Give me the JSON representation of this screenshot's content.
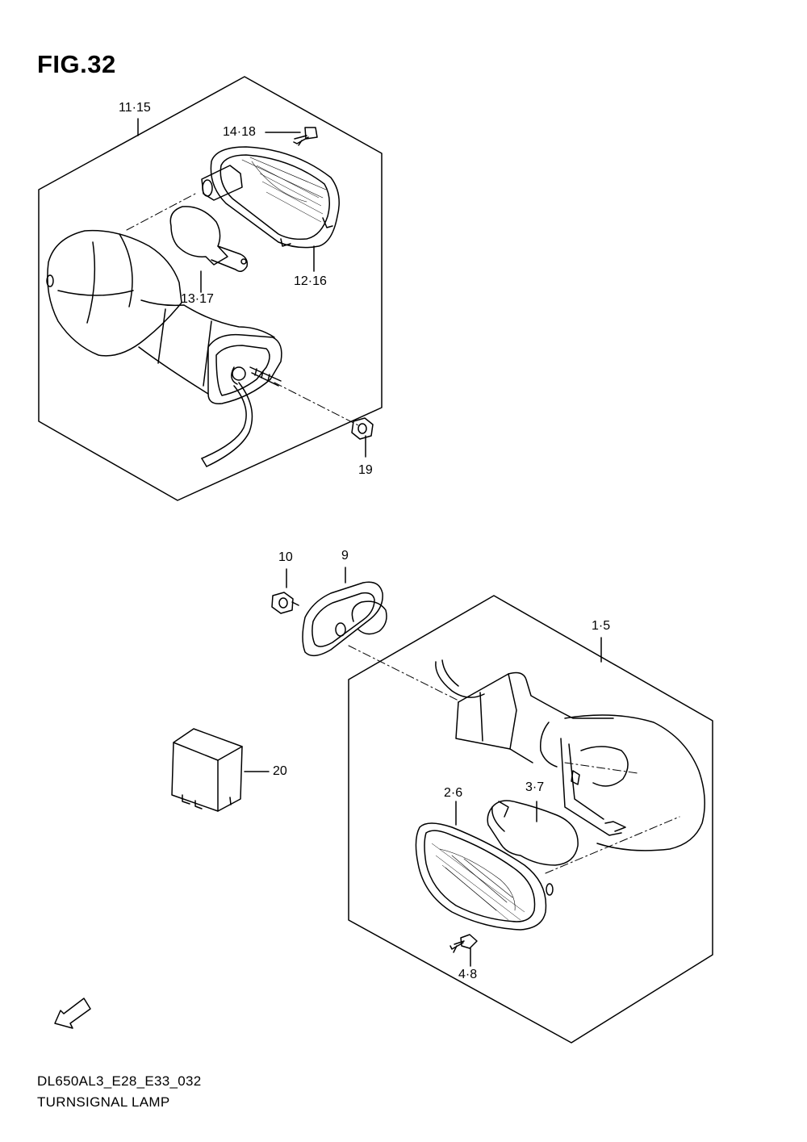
{
  "figure": {
    "title": "FIG.32",
    "model_code": "DL650AL3_E28_E33_032",
    "caption": "TURNSIGNAL LAMP",
    "fwd_label": "FWD"
  },
  "callouts": {
    "front_lamp_assy": "11·15",
    "front_screw": "14·18",
    "front_bulb": "13·17",
    "front_lens": "12·16",
    "front_nut": "19",
    "rear_nut": "10",
    "rear_cushion": "9",
    "rear_lamp_assy": "1·5",
    "relay": "20",
    "rear_lens": "2·6",
    "rear_bulb": "3·7",
    "rear_screw": "4·8"
  }
}
